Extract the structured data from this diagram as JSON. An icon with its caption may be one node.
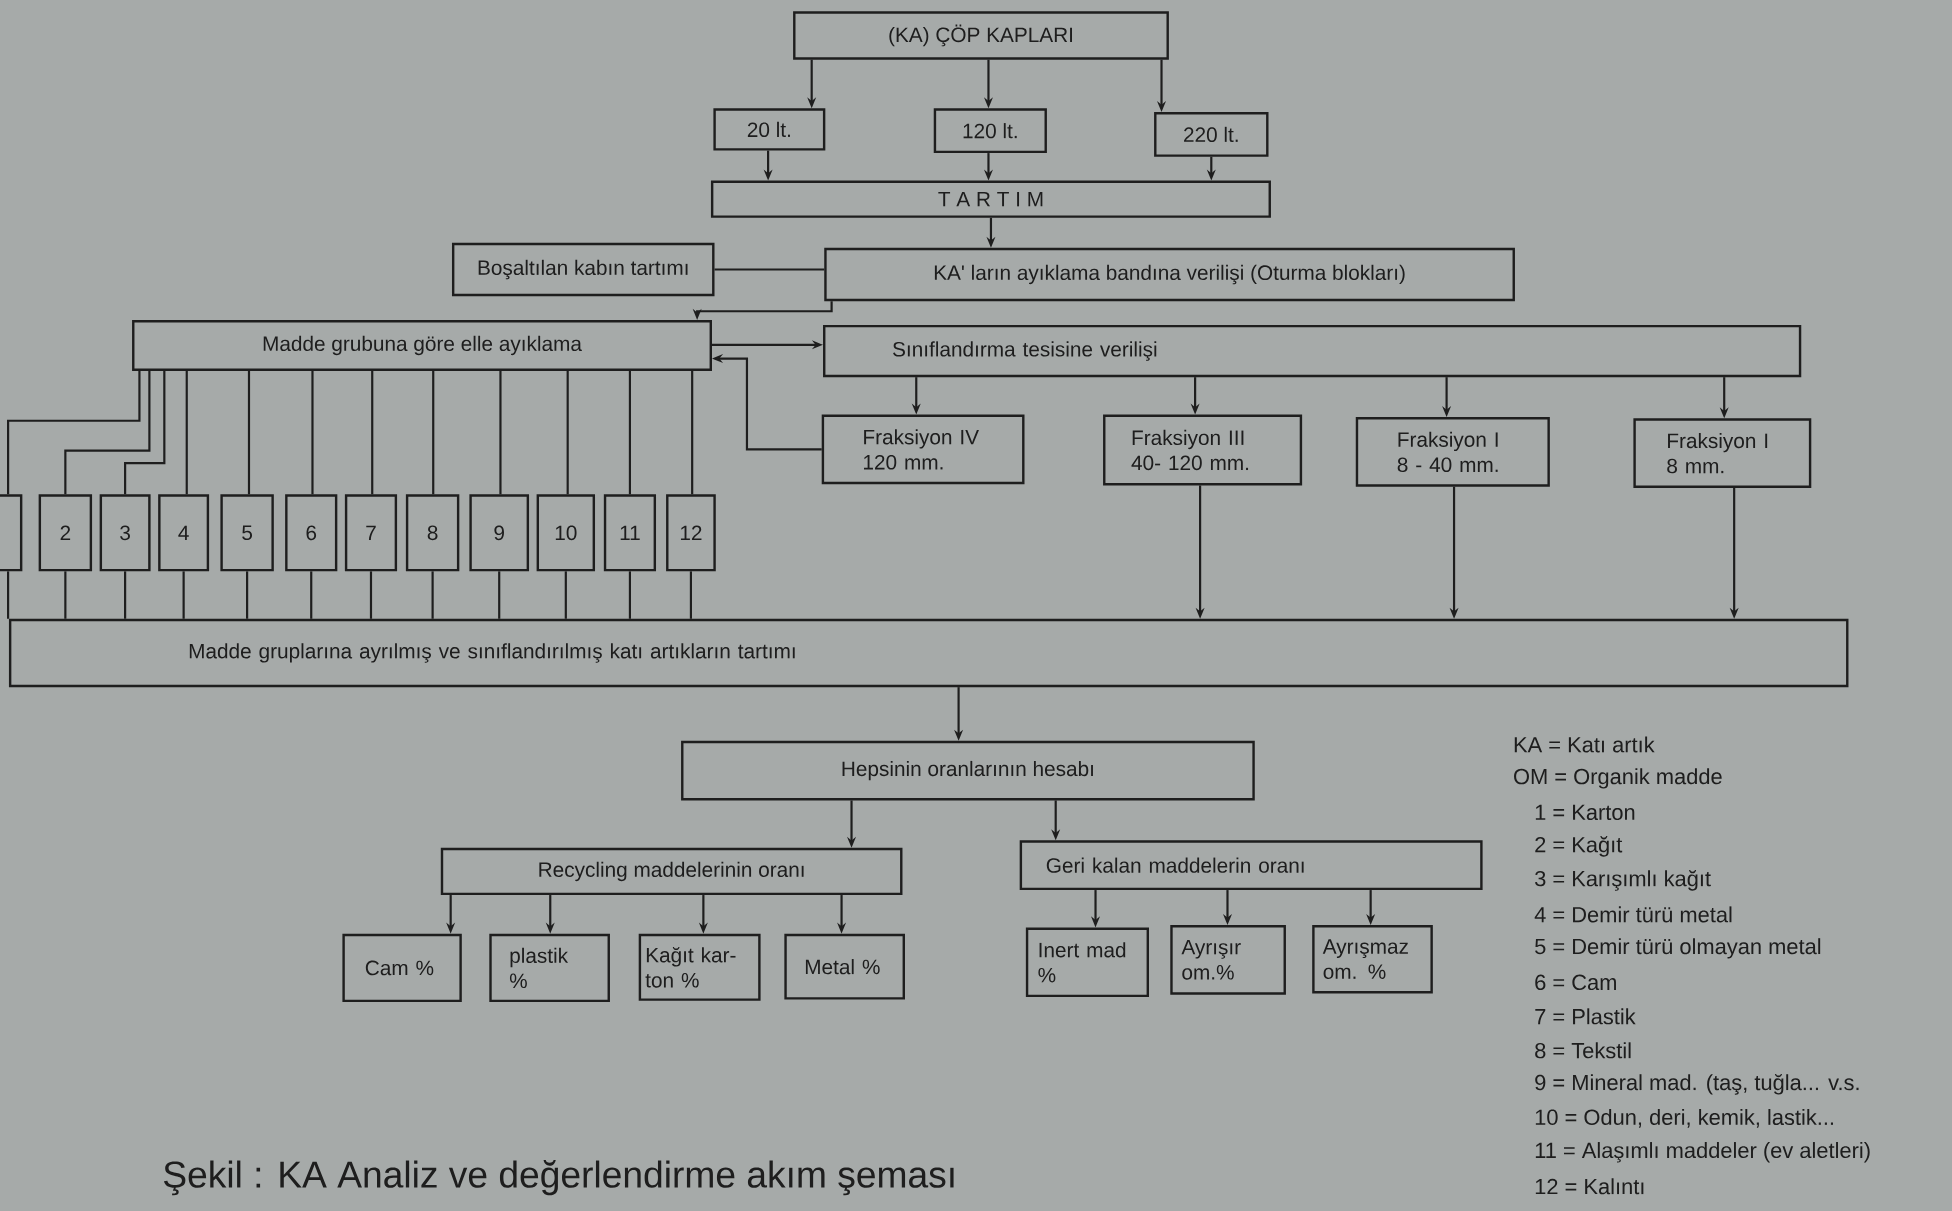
{
  "diagram": {
    "caption": "Şekil : KA Analiz ve değerlendirme akım şeması",
    "nodes": [
      {
        "text": [
          "(KA) ÇÖP KAPLARI"
        ]
      },
      {
        "text": [
          "20 lt."
        ]
      },
      {
        "text": [
          "120 lt."
        ]
      },
      {
        "text": [
          "220 lt."
        ]
      },
      {
        "text": [
          "T A R T I M"
        ]
      },
      {
        "text": [
          "Boşaltılan kabın tartımı"
        ]
      },
      {
        "text": [
          "KA' ların ayıklama bandına verilişi (Oturma blokları)"
        ]
      },
      {
        "text": [
          "Madde grubuna göre elle ayıklama"
        ]
      },
      {
        "text": [
          "Sınıflandırma tesisine verilişi"
        ]
      },
      {
        "text": [
          "Fraksiyon IV 120 mm."
        ]
      },
      {
        "text": [
          "Fraksiyon III 40- 120 mm."
        ]
      },
      {
        "text": [
          "Fraksiyon I 8 - 40 mm."
        ]
      },
      {
        "text": [
          "Fraksiyon I 8 mm."
        ]
      },
      {
        "text": [],
        "shape": "box"
      },
      {
        "text": [
          "2"
        ]
      },
      {
        "text": [
          "3"
        ]
      },
      {
        "text": [
          "4"
        ]
      },
      {
        "text": [
          "5"
        ]
      },
      {
        "text": [
          "6"
        ]
      },
      {
        "text": [
          "7"
        ]
      },
      {
        "text": [
          "8"
        ]
      },
      {
        "text": [
          "9"
        ]
      },
      {
        "text": [
          "10"
        ]
      },
      {
        "text": [
          "11"
        ]
      },
      {
        "text": [
          "12"
        ]
      },
      {
        "text": [
          "Madde gruplarına ayrılmış ve sınıflandırılmış katı artıkların tartımı"
        ]
      },
      {
        "text": [
          "Hepsinin oranlarının hesabı"
        ]
      },
      {
        "text": [
          "Recycling maddelerinin oranı"
        ]
      },
      {
        "text": [
          "Geri kalan maddelerin oranı"
        ]
      },
      {
        "text": [
          "Cam %"
        ]
      },
      {
        "text": [
          "plastik %"
        ]
      },
      {
        "text": [
          "Kağıt kar-ton %"
        ]
      },
      {
        "text": [
          "Metal %"
        ]
      },
      {
        "text": [
          "Inert mad %"
        ]
      },
      {
        "text": [
          "Ayrışır om.%"
        ]
      },
      {
        "text": [
          "Ayrışmaz om. %"
        ]
      }
    ],
    "edges": [
      {
        "from": 0,
        "to": 1,
        "arrow": "to"
      },
      {
        "from": 0,
        "to": 2,
        "arrow": "to"
      },
      {
        "from": 0,
        "to": 3,
        "arrow": "to"
      },
      {
        "from": 1,
        "to": 4,
        "arrow": "to"
      },
      {
        "from": 2,
        "to": 4,
        "arrow": "to"
      },
      {
        "from": 3,
        "to": 4,
        "arrow": "to"
      },
      {
        "from": 4,
        "to": 6,
        "arrow": "to"
      },
      {
        "from": 5,
        "to": 6,
        "arrow": "none"
      },
      {
        "from": 6,
        "to": 7,
        "arrow": "to"
      },
      {
        "from": 7,
        "to": 8,
        "arrow": "to"
      },
      {
        "from": 9,
        "to": 7,
        "arrow": "to"
      },
      {
        "from": 8,
        "to": 9,
        "arrow": "to"
      },
      {
        "from": 8,
        "to": 10,
        "arrow": "to"
      },
      {
        "from": 8,
        "to": 11,
        "arrow": "to"
      },
      {
        "from": 8,
        "to": 12,
        "arrow": "to"
      },
      {
        "from": 10,
        "to": 25,
        "arrow": "to"
      },
      {
        "from": 11,
        "to": 25,
        "arrow": "to"
      },
      {
        "from": 12,
        "to": 25,
        "arrow": "to"
      },
      {
        "from": 7,
        "to": 13,
        "arrow": "none"
      },
      {
        "from": 7,
        "to": 14,
        "arrow": "none"
      },
      {
        "from": 7,
        "to": 15,
        "arrow": "none"
      },
      {
        "from": 7,
        "to": 16,
        "arrow": "none"
      },
      {
        "from": 7,
        "to": 17,
        "arrow": "none"
      },
      {
        "from": 7,
        "to": 18,
        "arrow": "none"
      },
      {
        "from": 7,
        "to": 19,
        "arrow": "none"
      },
      {
        "from": 7,
        "to": 20,
        "arrow": "none"
      },
      {
        "from": 7,
        "to": 21,
        "arrow": "none"
      },
      {
        "from": 7,
        "to": 22,
        "arrow": "none"
      },
      {
        "from": 7,
        "to": 23,
        "arrow": "none"
      },
      {
        "from": 7,
        "to": 24,
        "arrow": "none"
      },
      {
        "from": 13,
        "to": 25,
        "arrow": "none"
      },
      {
        "from": 14,
        "to": 25,
        "arrow": "none"
      },
      {
        "from": 15,
        "to": 25,
        "arrow": "none"
      },
      {
        "from": 16,
        "to": 25,
        "arrow": "none"
      },
      {
        "from": 17,
        "to": 25,
        "arrow": "none"
      },
      {
        "from": 18,
        "to": 25,
        "arrow": "none"
      },
      {
        "from": 19,
        "to": 25,
        "arrow": "none"
      },
      {
        "from": 20,
        "to": 25,
        "arrow": "none"
      },
      {
        "from": 21,
        "to": 25,
        "arrow": "none"
      },
      {
        "from": 22,
        "to": 25,
        "arrow": "none"
      },
      {
        "from": 23,
        "to": 25,
        "arrow": "none"
      },
      {
        "from": 24,
        "to": 25,
        "arrow": "none"
      },
      {
        "from": 25,
        "to": 26,
        "arrow": "to"
      },
      {
        "from": 26,
        "to": 27,
        "arrow": "to"
      },
      {
        "from": 26,
        "to": 28,
        "arrow": "to"
      },
      {
        "from": 27,
        "to": 29,
        "arrow": "to"
      },
      {
        "from": 27,
        "to": 30,
        "arrow": "to"
      },
      {
        "from": 27,
        "to": 31,
        "arrow": "to"
      },
      {
        "from": 27,
        "to": 32,
        "arrow": "to"
      },
      {
        "from": 28,
        "to": 33,
        "arrow": "to"
      },
      {
        "from": 28,
        "to": 34,
        "arrow": "to"
      },
      {
        "from": 28,
        "to": 35,
        "arrow": "to"
      }
    ],
    "labels": [
      "KA = Katı artık",
      "OM = Organik madde",
      "1 = Karton",
      "2 = Kağıt",
      "3 = Karışımlı kağıt",
      "4 = Demir türü metal",
      "5 = Demir türü olmayan metal",
      "6 = Cam",
      "7 = Plastik",
      "8 = Tekstil",
      "9 = Mineral mad. (taş, tuğla... v.s.",
      "10 = Odun, deri, kemik, lastik...",
      "11 = Alaşımlı maddeler (ev aletleri)",
      "12 = Kalıntı"
    ]
  }
}
